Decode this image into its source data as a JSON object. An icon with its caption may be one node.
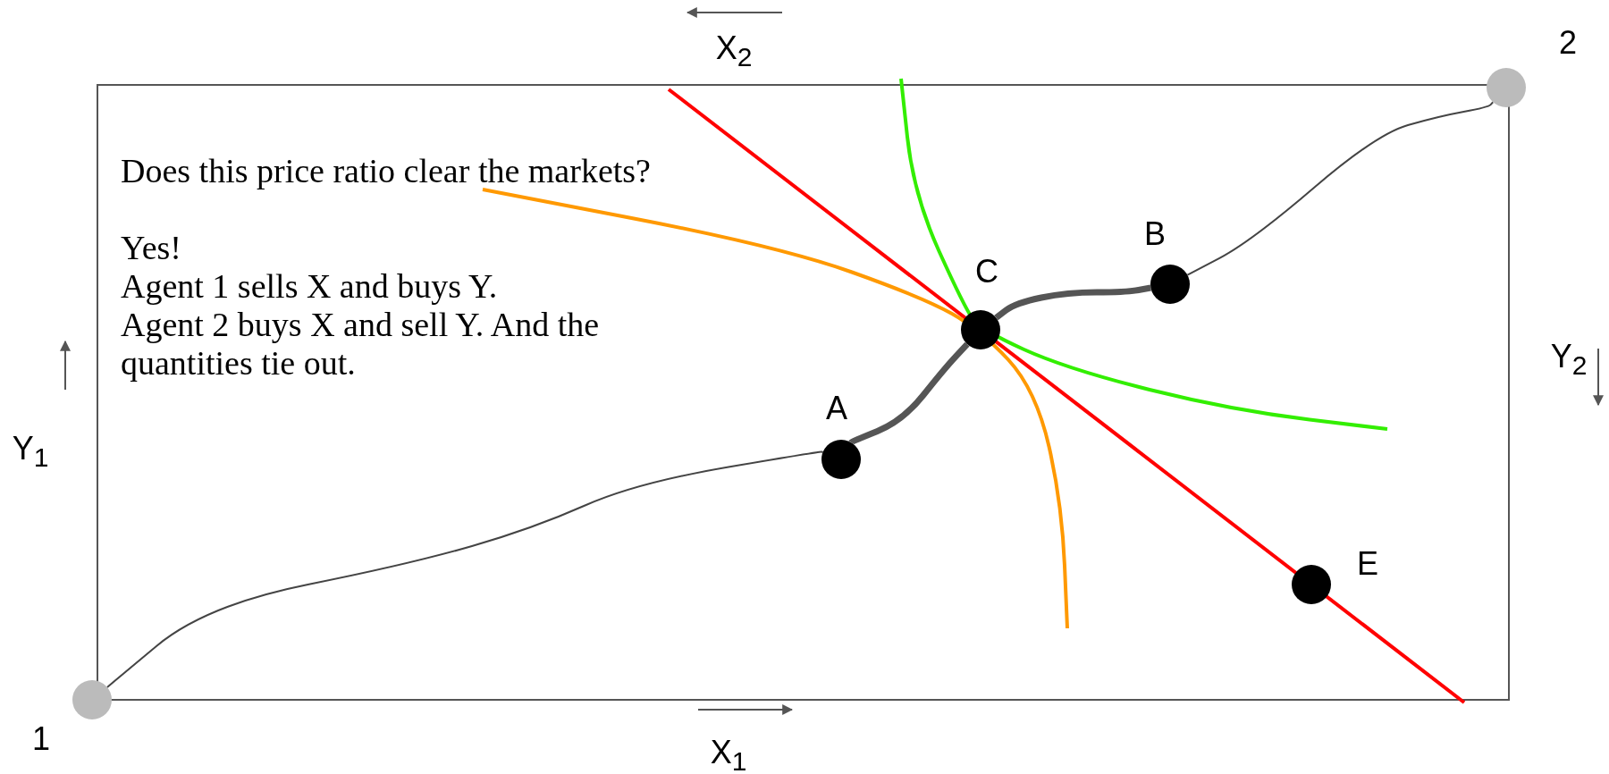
{
  "diagram": {
    "nodes": [
      {
        "text": [],
        "shape": "circle",
        "beside": [
          "1"
        ]
      },
      {
        "text": [],
        "shape": "circle",
        "beside": [
          "A"
        ]
      },
      {
        "text": [],
        "shape": "circle",
        "beside": [
          "C"
        ]
      },
      {
        "text": [],
        "shape": "circle",
        "beside": [
          "B"
        ]
      },
      {
        "text": [],
        "shape": "circle",
        "beside": [
          "2"
        ]
      },
      {
        "text": [],
        "shape": "circle",
        "beside": [
          "E"
        ]
      }
    ],
    "edges": [
      {
        "from": 0,
        "to": 1,
        "arrow": "none"
      },
      {
        "from": 1,
        "to": 2,
        "arrow": "none",
        "style": "thick"
      },
      {
        "from": 2,
        "to": 3,
        "arrow": "none",
        "style": "thick"
      },
      {
        "from": 3,
        "to": 4,
        "arrow": "none"
      }
    ],
    "labels": [
      "X$_{2}$",
      "Does this price ratio clear the markets?",
      "Yes!",
      "Agent 1 sells X and buys Y.",
      "Agent 2 buys X and sell Y. And the quantities tie out.",
      "Y$_{1}$",
      "Y$_{2}$",
      "X$_{1}$"
    ]
  }
}
